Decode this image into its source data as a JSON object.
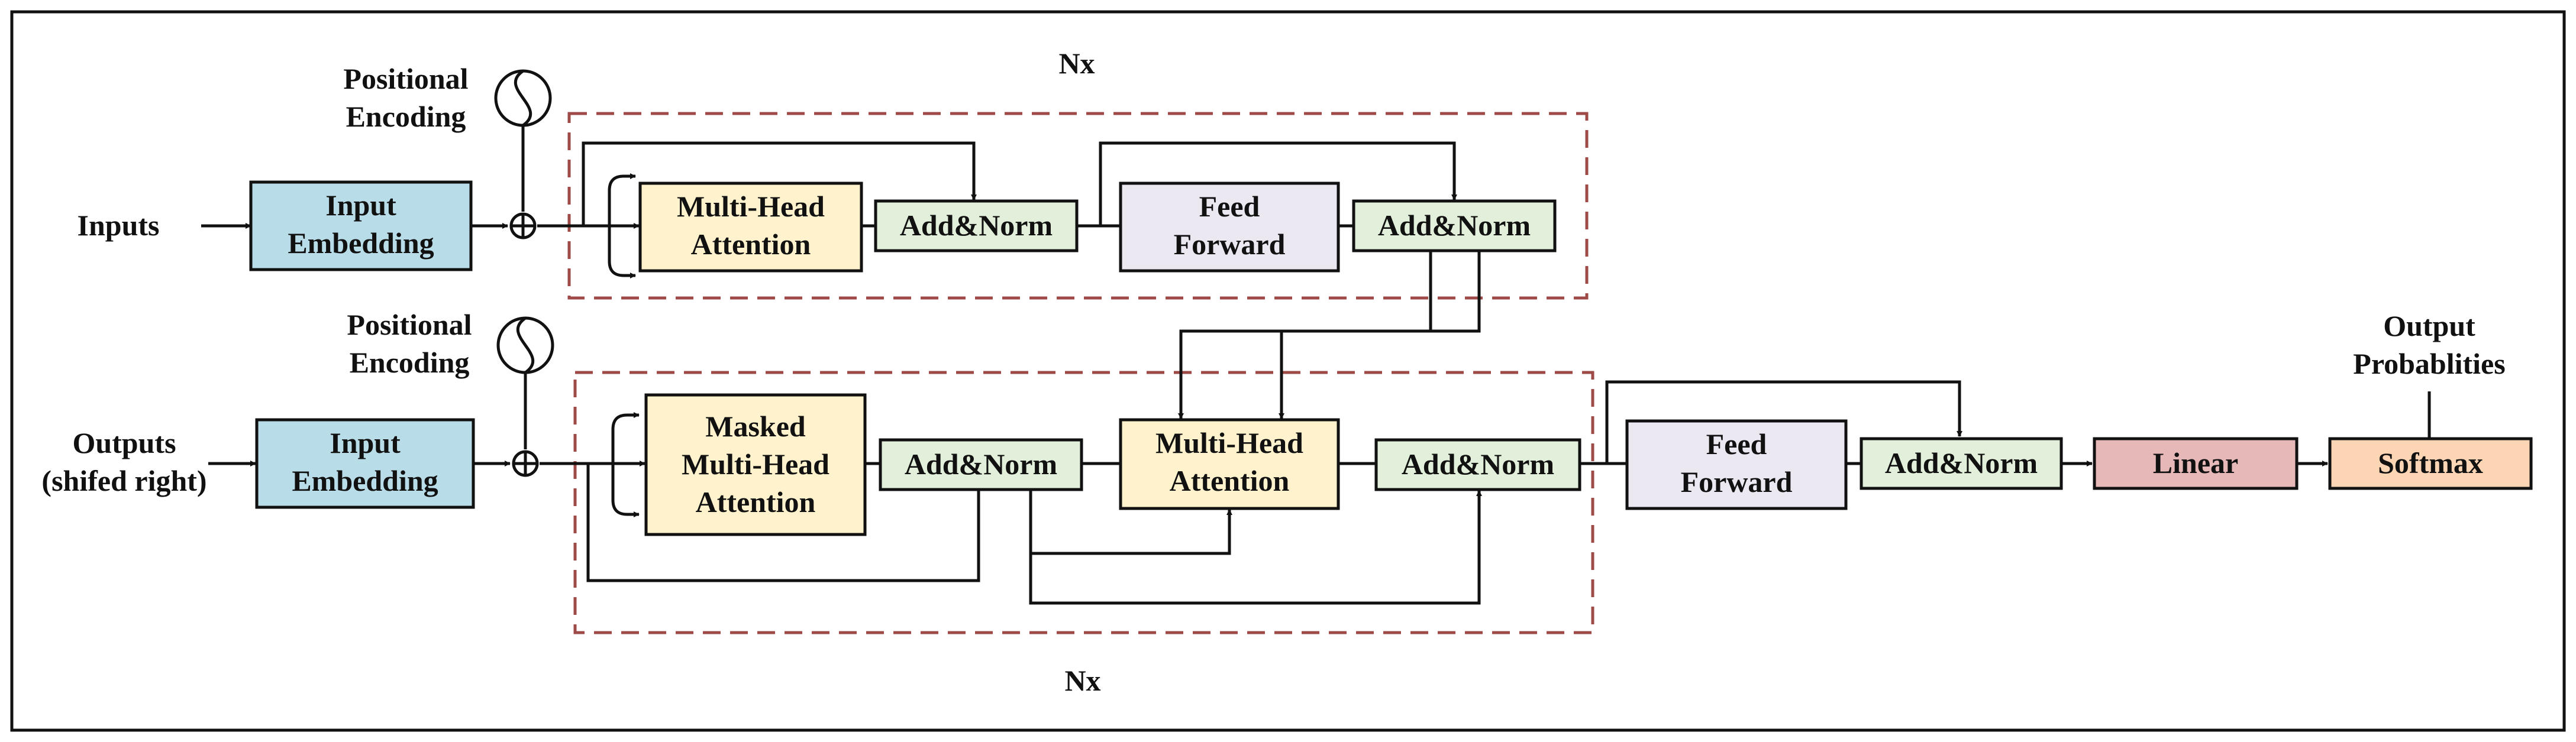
{
  "encoder": {
    "nx": "Nx",
    "input_label": "Inputs",
    "pe_label_1": "Positional",
    "pe_label_2": "Encoding",
    "embedding_1": "Input",
    "embedding_2": "Embedding",
    "mha_1": "Multi-Head",
    "mha_2": "Attention",
    "addnorm": "Add&Norm",
    "ff_1": "Feed",
    "ff_2": "Forward"
  },
  "decoder": {
    "nx": "Nx",
    "output_label_1": "Outputs",
    "output_label_2": "(shifed right)",
    "pe_label_1": "Positional",
    "pe_label_2": "Encoding",
    "embedding_1": "Input",
    "embedding_2": "Embedding",
    "masked_1": "Masked",
    "masked_2": "Multi-Head",
    "masked_3": "Attention",
    "addnorm": "Add&Norm",
    "mha_1": "Multi-Head",
    "mha_2": "Attention"
  },
  "head": {
    "ff_1": "Feed",
    "ff_2": "Forward",
    "addnorm": "Add&Norm",
    "linear": "Linear",
    "softmax": "Softmax",
    "output_1": "Output",
    "output_2": "Probablities"
  },
  "colors": {
    "embedding": "#b8dce8",
    "attention": "#fff2cc",
    "addnorm": "#e2efda",
    "feedforward": "#ebe8f2",
    "linear": "#e6b8b7",
    "softmax": "#fcd5b4",
    "dashed_border": "#9e4b47"
  }
}
